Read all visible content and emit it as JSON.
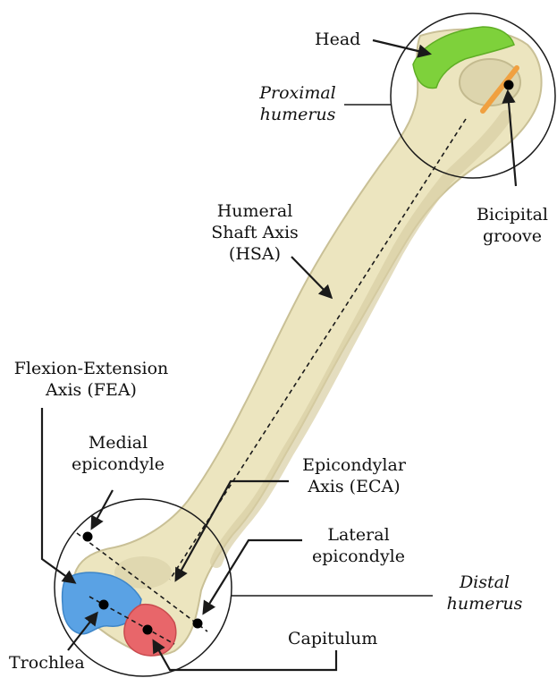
{
  "labels": {
    "head": "Head",
    "proximal_humerus": [
      "Proximal",
      "humerus"
    ],
    "humeral_shaft_axis": [
      "Humeral",
      "Shaft Axis",
      "(HSA)"
    ],
    "bicipital_groove": [
      "Bicipital",
      "groove"
    ],
    "flexion_extension_axis": [
      "Flexion-Extension",
      "Axis (FEA)"
    ],
    "medial_epicondyle": [
      "Medial",
      "epicondyle"
    ],
    "epicondylar_axis": [
      "Epicondylar",
      "Axis (ECA)"
    ],
    "lateral_epicondyle": [
      "Lateral",
      "epicondyle"
    ],
    "distal_humerus": [
      "Distal",
      "humerus"
    ],
    "capitulum": "Capitulum",
    "trochlea": "Trochlea"
  },
  "colors": {
    "bone": "#ece5bf",
    "bone_shadow": "#c9c096",
    "head": "#7ed13b",
    "bicipital_groove": "#f0a040",
    "trochlea": "#5aa2e4",
    "capitulum": "#e8666a",
    "lines": "#1a1a1a"
  }
}
